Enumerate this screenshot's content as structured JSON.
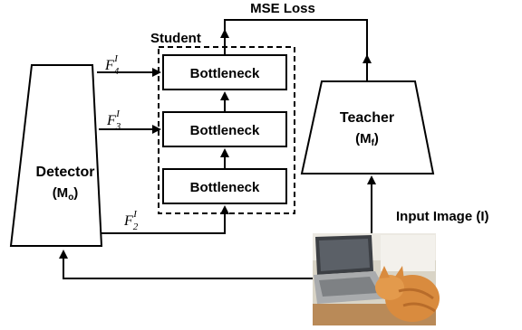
{
  "loss": {
    "label": "MSE Loss"
  },
  "student": {
    "label": "Student",
    "blocks": [
      "Bottleneck",
      "Bottleneck",
      "Bottleneck"
    ]
  },
  "detector": {
    "name": "Detector",
    "symbol": "(M",
    "subscript": "o",
    "close": ")"
  },
  "teacher": {
    "name": "Teacher",
    "symbol": "(M",
    "subscript": "f",
    "close": ")"
  },
  "input": {
    "label": "Input Image (I)"
  },
  "features": [
    {
      "base": "F",
      "sub": "4",
      "sup": "I"
    },
    {
      "base": "F",
      "sub": "3",
      "sup": "I"
    },
    {
      "base": "F",
      "sub": "2",
      "sup": "I"
    }
  ]
}
